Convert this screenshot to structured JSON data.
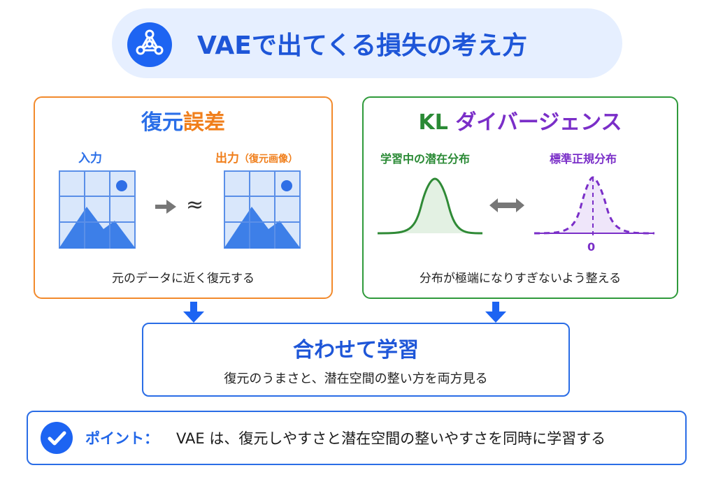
{
  "title": {
    "text": "VAEで出てくる損失の考え方",
    "icon": "network-nodes-icon"
  },
  "reconstruction": {
    "heading_part1": "復元",
    "heading_part2": "誤差",
    "input_label": "入力",
    "output_label": "出力",
    "output_label_sub": "（復元画像）",
    "approx_symbol": "≈",
    "caption": "元のデータに近く復元する",
    "image_icon": "image-grid-icon"
  },
  "kl": {
    "heading_part1": "KL",
    "heading_part2": "ダイバージェンス",
    "latent_label": "学習中の潜在分布",
    "standard_label": "標準正規分布",
    "zero_label": "0",
    "caption": "分布が極端になりすぎないよう整える"
  },
  "combine": {
    "title": "合わせて学習",
    "subtitle": "復元のうまさと、潜在空間の整い方を両方見る"
  },
  "point": {
    "label": "ポイント：",
    "text": "VAE は、復元しやすさと潜在空間の整いやすさを同時に学習する",
    "icon": "check-icon"
  },
  "colors": {
    "blue": "#2b6fe8",
    "orange": "#f28a2c",
    "green": "#2f9a3b",
    "purple": "#7a2ec8"
  }
}
